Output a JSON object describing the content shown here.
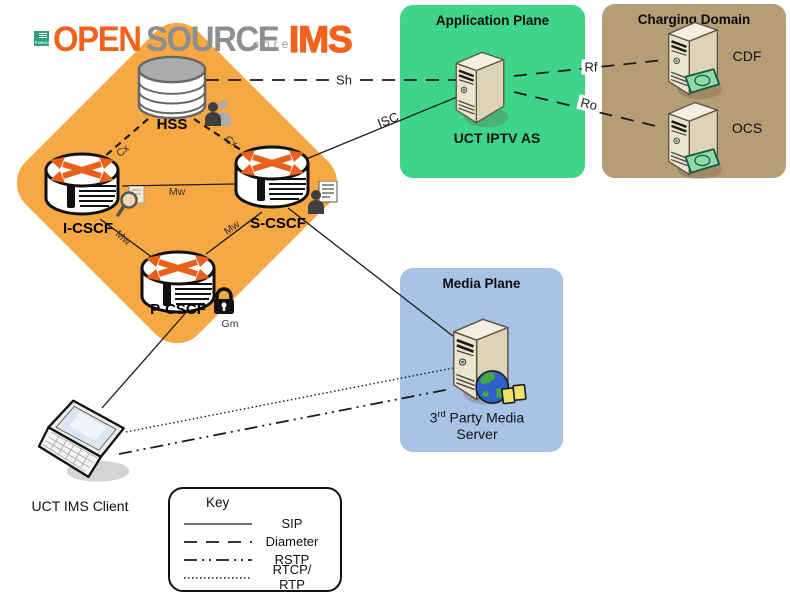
{
  "logo": {
    "fokus": "FOKUS",
    "open": "OPEN",
    "source": "SOURCE",
    "ims": "IMS",
    "core": "core"
  },
  "ims_core": {
    "hss_label": "HSS",
    "icscf_label": "I-CSCF",
    "scscf_label": "S-CSCF",
    "pcscf_label": "P-CSCF"
  },
  "planes": {
    "application": {
      "title": "Application Plane",
      "server": "UCT IPTV AS"
    },
    "charging": {
      "title": "Charging Domain",
      "cdf": "CDF",
      "ocs": "OCS"
    },
    "media": {
      "title": "Media Plane",
      "server_num": "3",
      "server_sup": "rd",
      "server_rest": " Party Media",
      "server_line2": "Server"
    }
  },
  "client": {
    "label": "UCT IMS Client"
  },
  "interfaces": {
    "sh": "Sh",
    "isc": "ISC",
    "rf": "Rf",
    "ro": "Ro",
    "cx_left": "Cx",
    "cx_right": "Cx",
    "mw_i_s": "Mw",
    "mw_i_p": "Mw",
    "mw_s_p": "Mw",
    "gm": "Gm"
  },
  "key": {
    "title": "Key",
    "entries": [
      {
        "style": "solid",
        "label": "SIP"
      },
      {
        "style": "dashed",
        "label": "Diameter"
      },
      {
        "style": "dashdot",
        "label": "RSTP"
      },
      {
        "style": "dotted",
        "label": "RTCP/",
        "label2": "RTP"
      }
    ]
  },
  "colors": {
    "diamond_orange": "#F6A843",
    "application_green": "#3ED489",
    "charging_tan": "#B49D77",
    "media_blue": "#A8C3E5",
    "logo_orange": "#F2621D",
    "logo_gray": "#8E8E8E",
    "router_arrow_orange": "#E8611B"
  }
}
